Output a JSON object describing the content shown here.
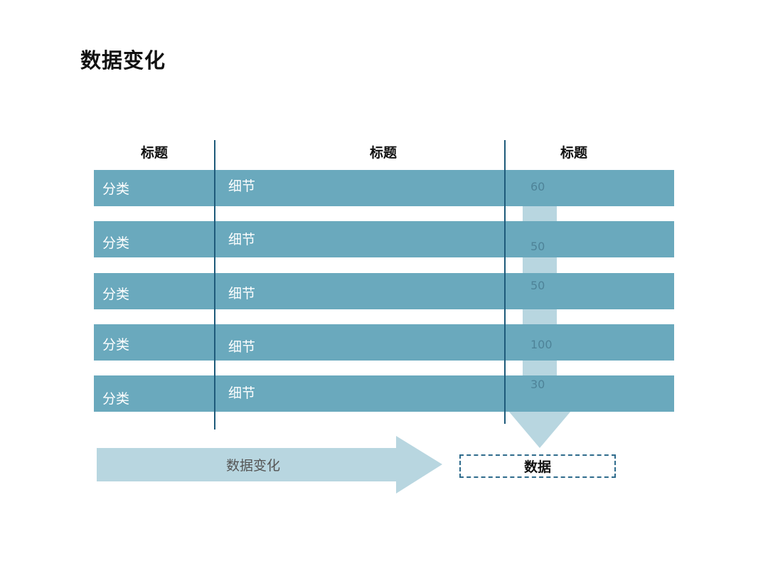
{
  "title": "数据变化",
  "headers": [
    "标题",
    "标题",
    "标题"
  ],
  "rows": [
    {
      "category": "分类",
      "detail": "细节",
      "value": "60"
    },
    {
      "category": "分类",
      "detail": "细节",
      "value": "50"
    },
    {
      "category": "分类",
      "detail": "细节",
      "value": "50"
    },
    {
      "category": "分类",
      "detail": "细节",
      "value": "100"
    },
    {
      "category": "分类",
      "detail": "细节",
      "value": "30"
    }
  ],
  "arrow_label": "数据变化",
  "result_label": "数据",
  "colors": {
    "band": "#6aa9bd",
    "light_arrow": "#b8d6e0",
    "line": "#1e5a7a",
    "value_text": "#4e8398"
  }
}
